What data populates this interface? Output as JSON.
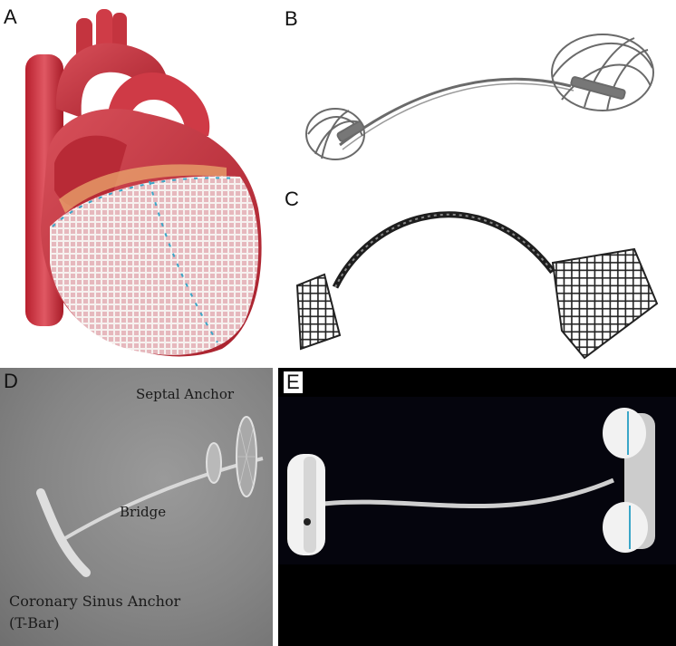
{
  "panels": {
    "a": {
      "letter": "A"
    },
    "b": {
      "letter": "B"
    },
    "c": {
      "letter": "C"
    },
    "d": {
      "letter": "D",
      "labels": {
        "septal_anchor": "Septal Anchor",
        "bridge": "Bridge",
        "coronary_sinus_anchor": "Coronary Sinus Anchor",
        "t_bar": "(T-Bar)"
      }
    },
    "e": {
      "letter": "E"
    }
  },
  "colors": {
    "heart_red": "#c4343f",
    "vessel_red": "#b8222e",
    "mesh_white": "#f4f0ee",
    "suture_blue": "#3aa6c8",
    "wire_grey": "#6a6a6a",
    "stent_dark": "#202020",
    "panel_d_bg": "#8a8a8a",
    "panel_e_bg": "#000000",
    "felt_white": "#f2f2f2"
  }
}
